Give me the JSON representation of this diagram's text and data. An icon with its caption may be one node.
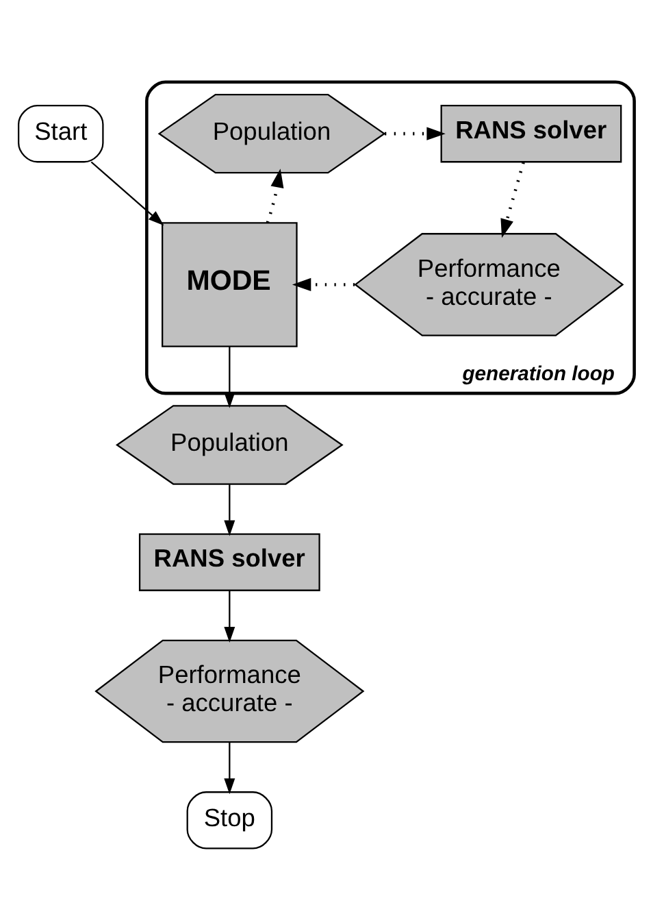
{
  "diagram": {
    "nodes": [
      {
        "text": [
          "Start"
        ]
      },
      {
        "text": [
          "generation loop"
        ]
      },
      {
        "text": [
          "Population"
        ],
        "in": 1
      },
      {
        "text": [
          "RANS solver"
        ],
        "in": 1
      },
      {
        "text": [
          "MODE"
        ],
        "in": 1
      },
      {
        "text": [
          "Performance - accurate -"
        ],
        "in": 1
      },
      {
        "text": [
          "Population"
        ]
      },
      {
        "text": [
          "RANS solver"
        ]
      },
      {
        "text": [
          "Performance - accurate -"
        ]
      },
      {
        "text": [
          "Stop"
        ]
      }
    ],
    "edges": [
      {
        "from": 0,
        "to": 4,
        "arrow": "to"
      },
      {
        "from": 4,
        "to": 2,
        "arrow": "to",
        "style": "dashed"
      },
      {
        "from": 2,
        "to": 3,
        "arrow": "to",
        "style": "dashed"
      },
      {
        "from": 3,
        "to": 5,
        "arrow": "to",
        "style": "dashed"
      },
      {
        "from": 5,
        "to": 4,
        "arrow": "to",
        "style": "dashed"
      },
      {
        "from": 4,
        "to": 6,
        "arrow": "to"
      },
      {
        "from": 6,
        "to": 7,
        "arrow": "to"
      },
      {
        "from": 7,
        "to": 8,
        "arrow": "to"
      },
      {
        "from": 8,
        "to": 9,
        "arrow": "to"
      }
    ]
  }
}
